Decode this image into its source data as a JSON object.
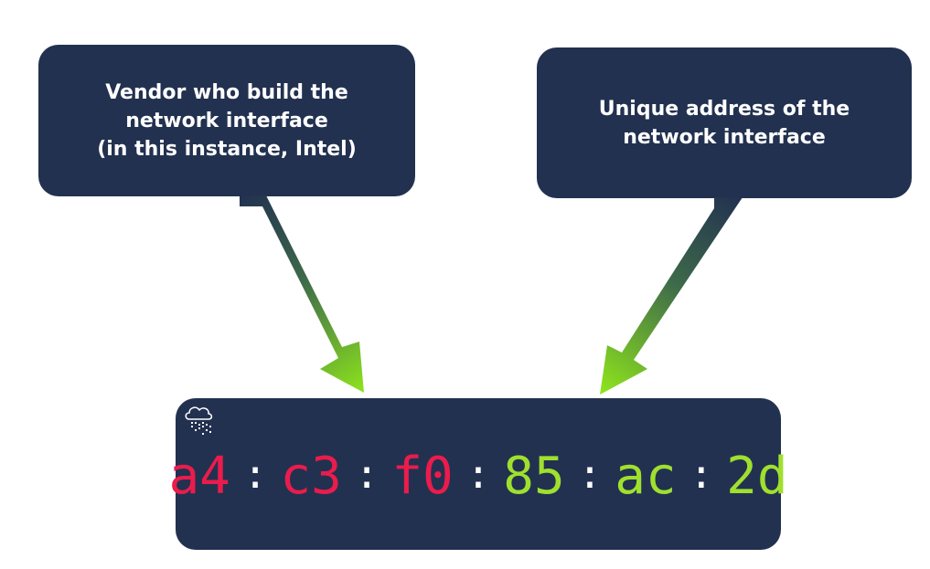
{
  "callouts": {
    "vendor": {
      "lines": [
        "Vendor who build the",
        "network interface",
        "(in this instance, Intel)"
      ]
    },
    "unique": {
      "lines": [
        "Unique address of the",
        "network interface"
      ]
    }
  },
  "mac_address": {
    "separator": ":",
    "octets": [
      {
        "text": "a4",
        "part": "vendor"
      },
      {
        "text": "c3",
        "part": "vendor"
      },
      {
        "text": "f0",
        "part": "vendor"
      },
      {
        "text": "85",
        "part": "unique"
      },
      {
        "text": "ac",
        "part": "unique"
      },
      {
        "text": "2d",
        "part": "unique"
      }
    ]
  },
  "colors": {
    "panel": "#223150",
    "vendor_octet": "#ea1c4c",
    "unique_octet": "#9fe02e",
    "separator": "#ffffff",
    "arrow_end": "#8ee51c",
    "background": "#ffffff"
  },
  "icons": {
    "logo": "cloud-binary-logo-icon"
  }
}
